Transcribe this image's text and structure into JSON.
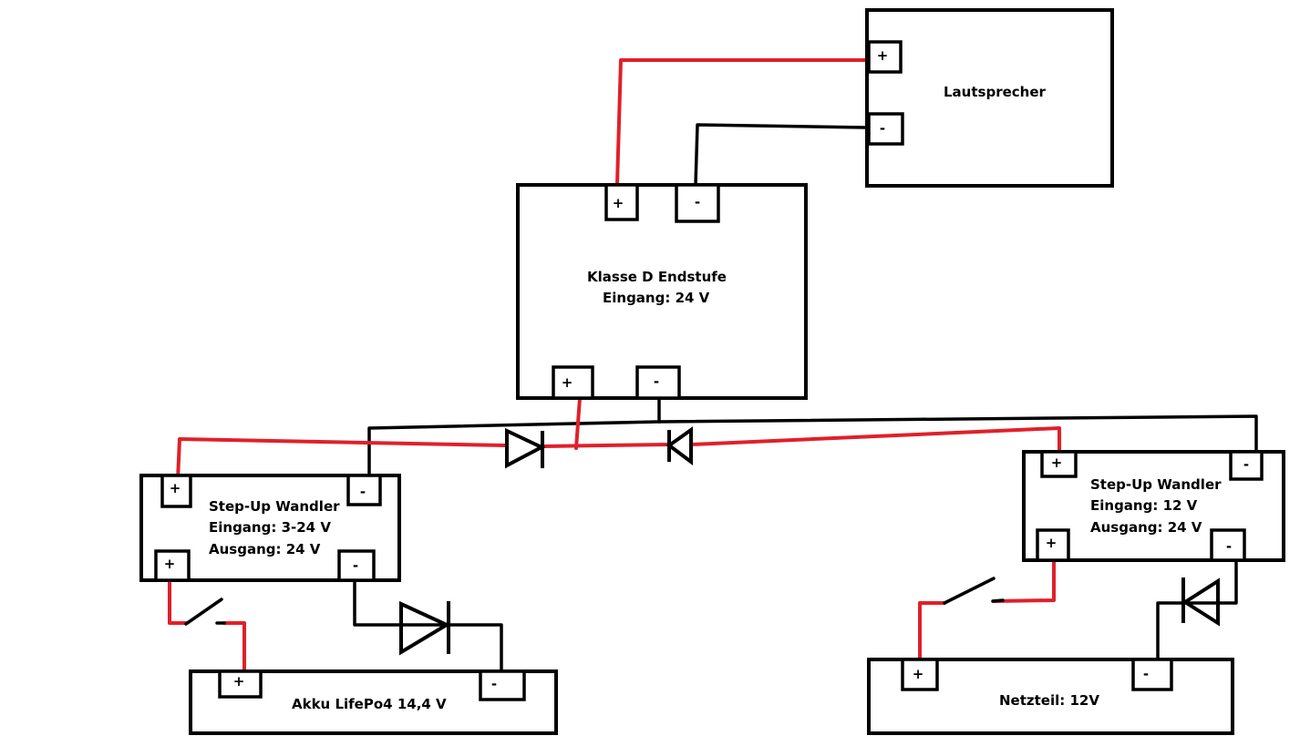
{
  "components": {
    "speaker": {
      "name": "Lautsprecher"
    },
    "amplifier": {
      "line1": "Klasse D Endstufe",
      "line2": "Eingang:  24 V"
    },
    "boost_left": {
      "line1": "Step-Up Wandler",
      "line2": "Eingang: 3-24 V",
      "line3": "Ausgang: 24 V"
    },
    "boost_right": {
      "line1": "Step-Up Wandler",
      "line2": "Eingang: 12 V",
      "line3": "Ausgang: 24 V"
    },
    "battery": {
      "name": "Akku LifePo4 14,4 V"
    },
    "psu": {
      "name": "Netzteil: 12V"
    }
  },
  "terminals": {
    "plus": "+",
    "minus": "-"
  },
  "colors": {
    "positive_wire": "#e0202a",
    "negative_wire": "#000000"
  }
}
